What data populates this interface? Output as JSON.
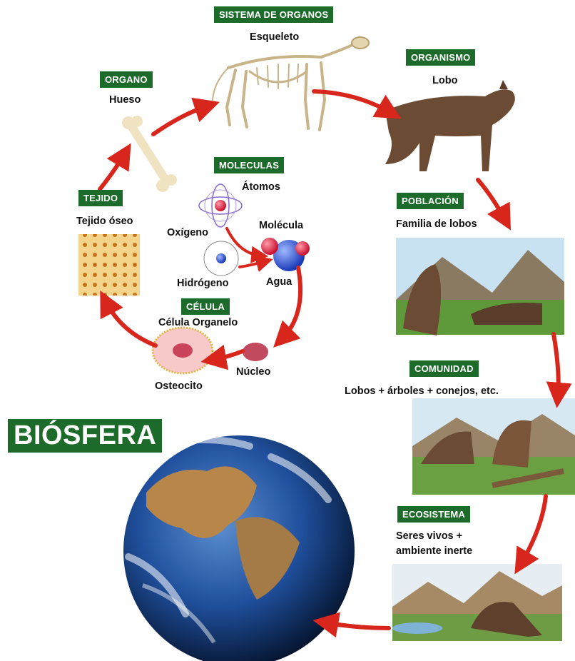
{
  "biosfera": "BIÓSFERA",
  "levels": {
    "sistema": {
      "tag": "SISTEMA DE ORGANOS",
      "label": "Esqueleto"
    },
    "organismo": {
      "tag": "ORGANISMO",
      "label": "Lobo"
    },
    "organo": {
      "tag": "ORGANO",
      "label": "Hueso"
    },
    "tejido": {
      "tag": "TEJIDO",
      "label": "Tejido óseo"
    },
    "moleculas": {
      "tag": "MOLECULAS",
      "atomos": "Átomos",
      "oxigeno": "Oxígeno",
      "hidrogeno": "Hidrógeno",
      "molecula": "Molécula",
      "agua": "Agua"
    },
    "celula": {
      "tag": "CÉLULA",
      "label": "Célula Organelo",
      "osteocito": "Osteocito",
      "nucleo": "Núcleo"
    },
    "poblacion": {
      "tag": "POBLACIÓN",
      "label": "Familia de lobos"
    },
    "comunidad": {
      "tag": "COMUNIDAD",
      "label": "Lobos + árboles + conejos, etc."
    },
    "ecosistema": {
      "tag": "ECOSISTEMA",
      "label1": "Seres vivos +",
      "label2": "ambiente inerte"
    }
  },
  "colors": {
    "tag_green": "#1d6b2a",
    "arrow_red": "#d8261c"
  }
}
